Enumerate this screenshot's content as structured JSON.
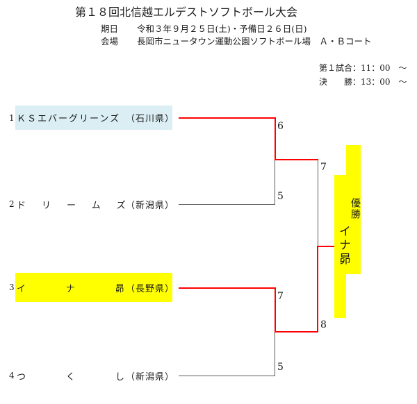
{
  "title": "第１８回北信越エルデストソフトボール大会",
  "info": {
    "date_label": "期日",
    "date_value": "令和３年９月２５日(土)・予備日２６日(日)",
    "venue_label": "会場",
    "venue_value": "長岡市ニュータウン運動公園ソフトボール場　Ａ・Ｂコート"
  },
  "schedule": {
    "first_game_label": "第１試合：",
    "first_game_time": "11：00　～",
    "final_label": "決　　勝：",
    "final_time": "13：00　～"
  },
  "bracket": {
    "teams": [
      {
        "seed": "1",
        "name": "ＫＳエバーグリーンズ",
        "prefecture": "（石川県）",
        "highlight_color": "#daeef3"
      },
      {
        "seed": "2",
        "name": "ドリームズ",
        "prefecture": "（新潟県）",
        "highlight_color": ""
      },
      {
        "seed": "3",
        "name": "イナ昴",
        "prefecture": "（長野県）",
        "highlight_color": "#ffff00"
      },
      {
        "seed": "4",
        "name": "つくし",
        "prefecture": "（新潟県）",
        "highlight_color": ""
      }
    ],
    "scores": {
      "semifinal1_top": "6",
      "semifinal1_bottom": "5",
      "final_top": "7",
      "semifinal2_top": "7",
      "semifinal2_bottom": "5",
      "final_bottom": "8"
    },
    "champion": {
      "label": "優勝",
      "name": "イナ昴",
      "highlight_color": "#ffff00"
    },
    "line_colors": {
      "winner": "#ff0000",
      "default": "#595959"
    }
  }
}
